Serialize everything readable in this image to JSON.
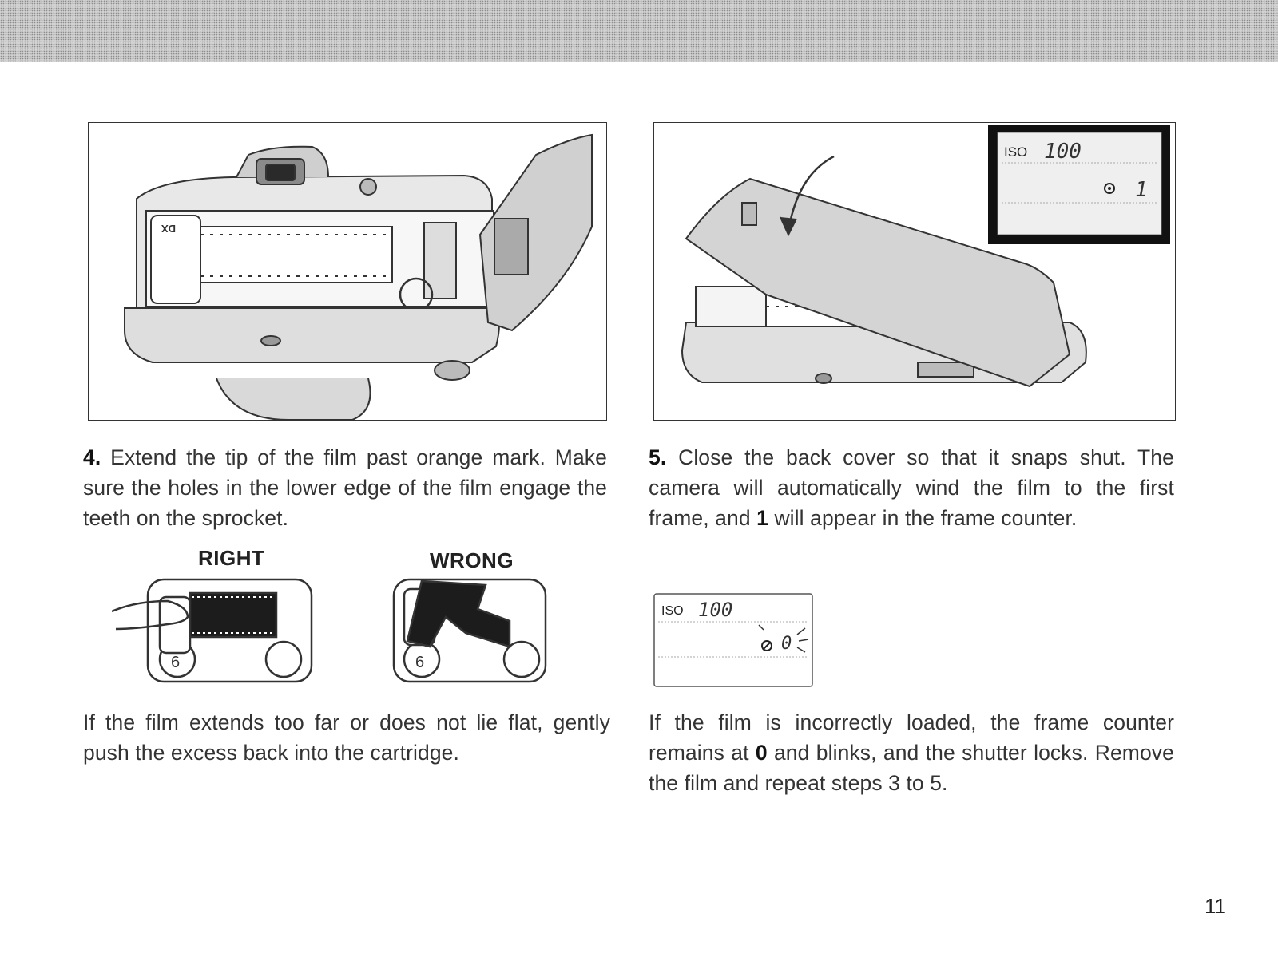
{
  "step4": {
    "number": "4.",
    "text": " Extend the tip of the film past orange mark. Make sure the holes in the lower edge of the film engage the teeth on the sprocket."
  },
  "diagram_labels": {
    "right": "RIGHT",
    "wrong": "WRONG"
  },
  "note4": "If the film extends too far or does not lie flat, gently push the excess back into the cartridge.",
  "step5": {
    "number": "5.",
    "text_a": " Close the back cover so that it snaps shut. The camera will automatically wind the film to the first frame, and ",
    "frame_value": "1",
    "text_b": " will appear in the frame counter."
  },
  "lcd_top": {
    "iso_label": "ISO",
    "iso_value": "100",
    "frame": "1"
  },
  "lcd_bottom": {
    "iso_label": "ISO",
    "iso_value": "100",
    "frame": "0"
  },
  "note5": {
    "text_a": "If the film is incorrectly loaded, the frame counter remains at ",
    "zero": "0",
    "text_b": " and blinks, and the shutter locks.  Remove the film and repeat steps 3 to 5."
  },
  "cartridge_mark": "DX",
  "page_number": "11"
}
